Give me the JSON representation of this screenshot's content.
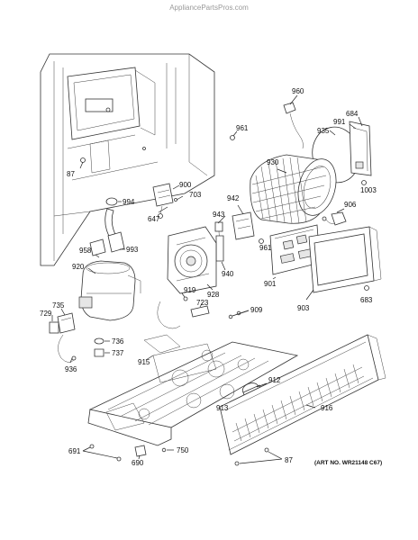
{
  "header": {
    "watermark": "AppliancePartsPros.com"
  },
  "footer": {
    "art_number": "(ART NO. WR21148 C67)"
  },
  "labels": [
    {
      "key": "960",
      "text": "960"
    },
    {
      "key": "684",
      "text": "684"
    },
    {
      "key": "991",
      "text": "991"
    },
    {
      "key": "935",
      "text": "935"
    },
    {
      "key": "961a",
      "text": "961"
    },
    {
      "key": "87a",
      "text": "87"
    },
    {
      "key": "930",
      "text": "930"
    },
    {
      "key": "900",
      "text": "900"
    },
    {
      "key": "703",
      "text": "703"
    },
    {
      "key": "1003",
      "text": "1003"
    },
    {
      "key": "994",
      "text": "994"
    },
    {
      "key": "942",
      "text": "942"
    },
    {
      "key": "906",
      "text": "906"
    },
    {
      "key": "647",
      "text": "647"
    },
    {
      "key": "943",
      "text": "943"
    },
    {
      "key": "958",
      "text": "958"
    },
    {
      "key": "993",
      "text": "993"
    },
    {
      "key": "961b",
      "text": "961"
    },
    {
      "key": "920",
      "text": "920"
    },
    {
      "key": "940",
      "text": "940"
    },
    {
      "key": "901",
      "text": "901"
    },
    {
      "key": "903",
      "text": "903"
    },
    {
      "key": "683",
      "text": "683"
    },
    {
      "key": "919",
      "text": "919"
    },
    {
      "key": "928",
      "text": "928"
    },
    {
      "key": "735",
      "text": "735"
    },
    {
      "key": "729",
      "text": "729"
    },
    {
      "key": "723",
      "text": "723"
    },
    {
      "key": "909",
      "text": "909"
    },
    {
      "key": "736",
      "text": "736"
    },
    {
      "key": "737",
      "text": "737"
    },
    {
      "key": "915",
      "text": "915"
    },
    {
      "key": "936",
      "text": "936"
    },
    {
      "key": "912",
      "text": "912"
    },
    {
      "key": "913",
      "text": "913"
    },
    {
      "key": "916",
      "text": "916"
    },
    {
      "key": "691",
      "text": "691"
    },
    {
      "key": "750",
      "text": "750"
    },
    {
      "key": "690",
      "text": "690"
    },
    {
      "key": "87b",
      "text": "87"
    }
  ]
}
